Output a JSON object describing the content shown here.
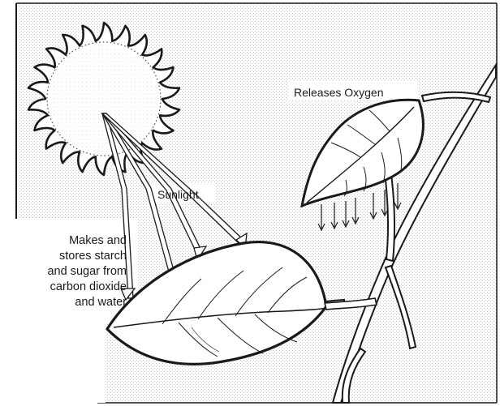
{
  "labels": {
    "releases_oxygen": "Releases Oxygen",
    "sunlight": "Sunlight",
    "makes_stores": "Makes and\nstores starch\nand sugar from\ncarbon dioxide\nand water"
  },
  "colors": {
    "ink": "#1a1a1a",
    "stipple": "#b9b9b9",
    "paper": "#ffffff"
  },
  "icons": [
    "sun-icon",
    "leaf-icon",
    "stem-icon",
    "arrow-icon"
  ]
}
